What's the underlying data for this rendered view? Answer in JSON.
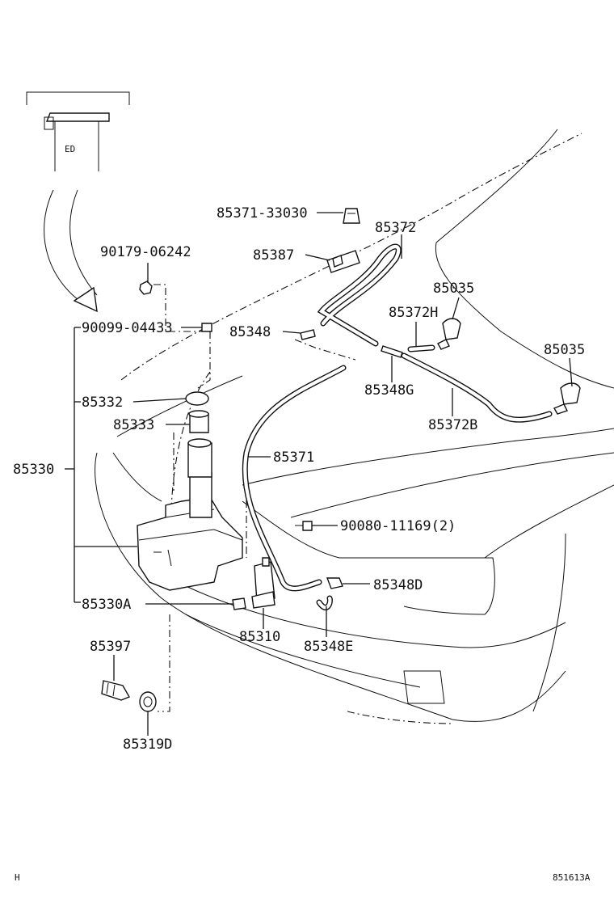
{
  "diagram": {
    "parts": {
      "p85371_33030": "85371-33030",
      "p85372": "85372",
      "p90179_06242": "90179-06242",
      "p85387": "85387",
      "p85035_a": "85035",
      "p85372h": "85372H",
      "p90099_04433": "90099-04433",
      "p85348": "85348",
      "p85035_b": "85035",
      "p85348g": "85348G",
      "p85332": "85332",
      "p85372b": "85372B",
      "p85333": "85333",
      "p85371": "85371",
      "p85330": "85330",
      "p90080_11169": "90080-11169(2)",
      "p85348d": "85348D",
      "p85330a": "85330A",
      "p85310": "85310",
      "p85348e": "85348E",
      "p85397": "85397",
      "p85319d": "85319D"
    },
    "inset_mark": "ED",
    "footer_left": "H",
    "footer_right": "851613A"
  }
}
